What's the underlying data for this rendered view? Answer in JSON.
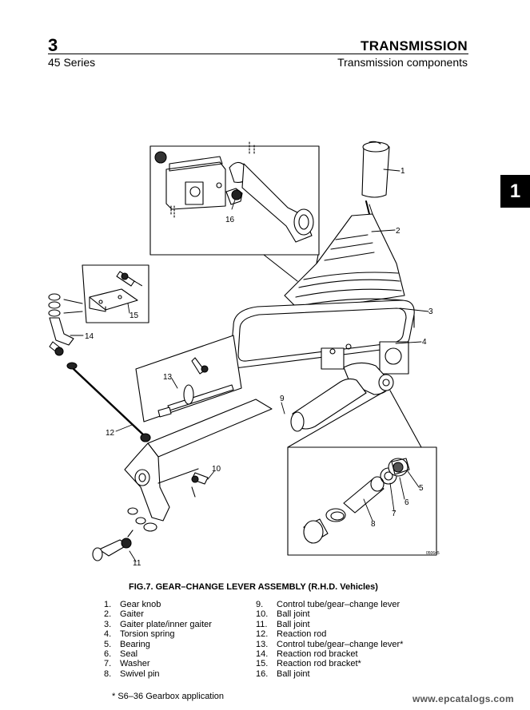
{
  "header": {
    "chapter": "3",
    "series": "45 Series",
    "title": "TRANSMISSION",
    "subtitle": "Transmission components"
  },
  "side_tab": "1",
  "figure": {
    "caption": "FIG.7. GEAR–CHANGE LEVER ASSEMBLY (R.H.D. Vehicles)",
    "ref_code": "050645",
    "callouts": [
      "1",
      "2",
      "3",
      "4",
      "5",
      "6",
      "7",
      "8",
      "9",
      "10",
      "11",
      "12",
      "13",
      "14",
      "15",
      "16"
    ]
  },
  "parts_left": [
    {
      "num": "1.",
      "name": "Gear knob"
    },
    {
      "num": "2.",
      "name": "Gaiter"
    },
    {
      "num": "3.",
      "name": "Gaiter plate/inner gaiter"
    },
    {
      "num": "4.",
      "name": "Torsion spring"
    },
    {
      "num": "5.",
      "name": "Bearing"
    },
    {
      "num": "6.",
      "name": "Seal"
    },
    {
      "num": "7.",
      "name": "Washer"
    },
    {
      "num": "8.",
      "name": "Swivel pin"
    }
  ],
  "parts_right": [
    {
      "num": "9.",
      "name": "Control tube/gear–change lever"
    },
    {
      "num": "10.",
      "name": "Ball joint"
    },
    {
      "num": "11.",
      "name": "Ball joint"
    },
    {
      "num": "12.",
      "name": "Reaction rod"
    },
    {
      "num": "13.",
      "name": "Control tube/gear–change lever*"
    },
    {
      "num": "14.",
      "name": "Reaction rod bracket"
    },
    {
      "num": "15.",
      "name": "Reaction rod bracket*"
    },
    {
      "num": "16.",
      "name": "Ball joint"
    }
  ],
  "footnote": "* S6–36 Gearbox application",
  "watermark": "www.epcatalogs.com"
}
